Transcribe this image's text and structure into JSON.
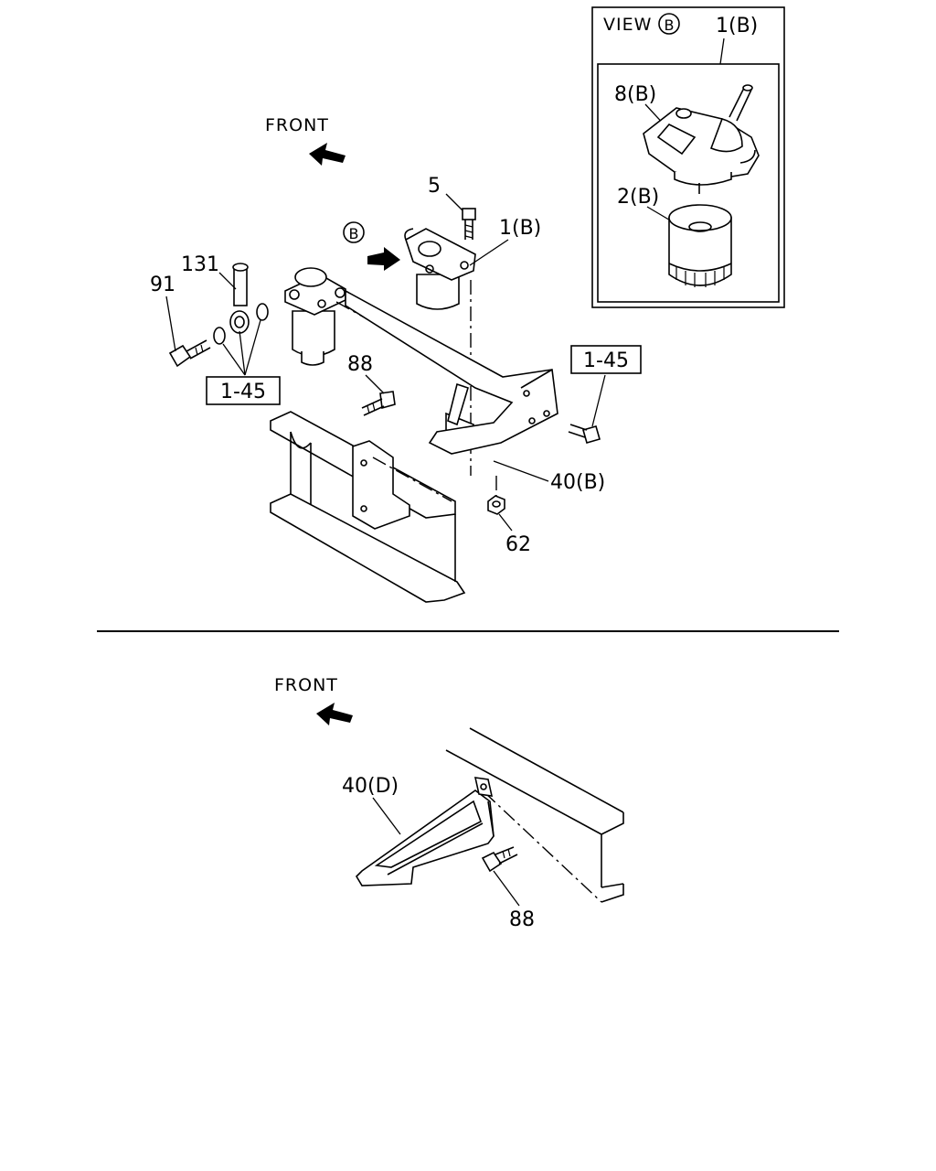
{
  "top_section": {
    "front_label": "FRONT",
    "view_marker": "B",
    "callouts": {
      "part_5": "5",
      "part_1b": "1(B)",
      "part_131": "131",
      "part_91": "91",
      "part_88": "88",
      "part_40b": "40(B)",
      "part_62": "62",
      "ref_1_45_left": "1-45",
      "ref_1_45_right": "1-45"
    },
    "view_box": {
      "title": "VIEW",
      "title_marker": "B",
      "callout_1b": "1(B)",
      "callout_8b": "8(B)",
      "callout_2b": "2(B)"
    }
  },
  "bottom_section": {
    "front_label": "FRONT",
    "callouts": {
      "part_40d": "40(D)",
      "part_88": "88"
    }
  }
}
